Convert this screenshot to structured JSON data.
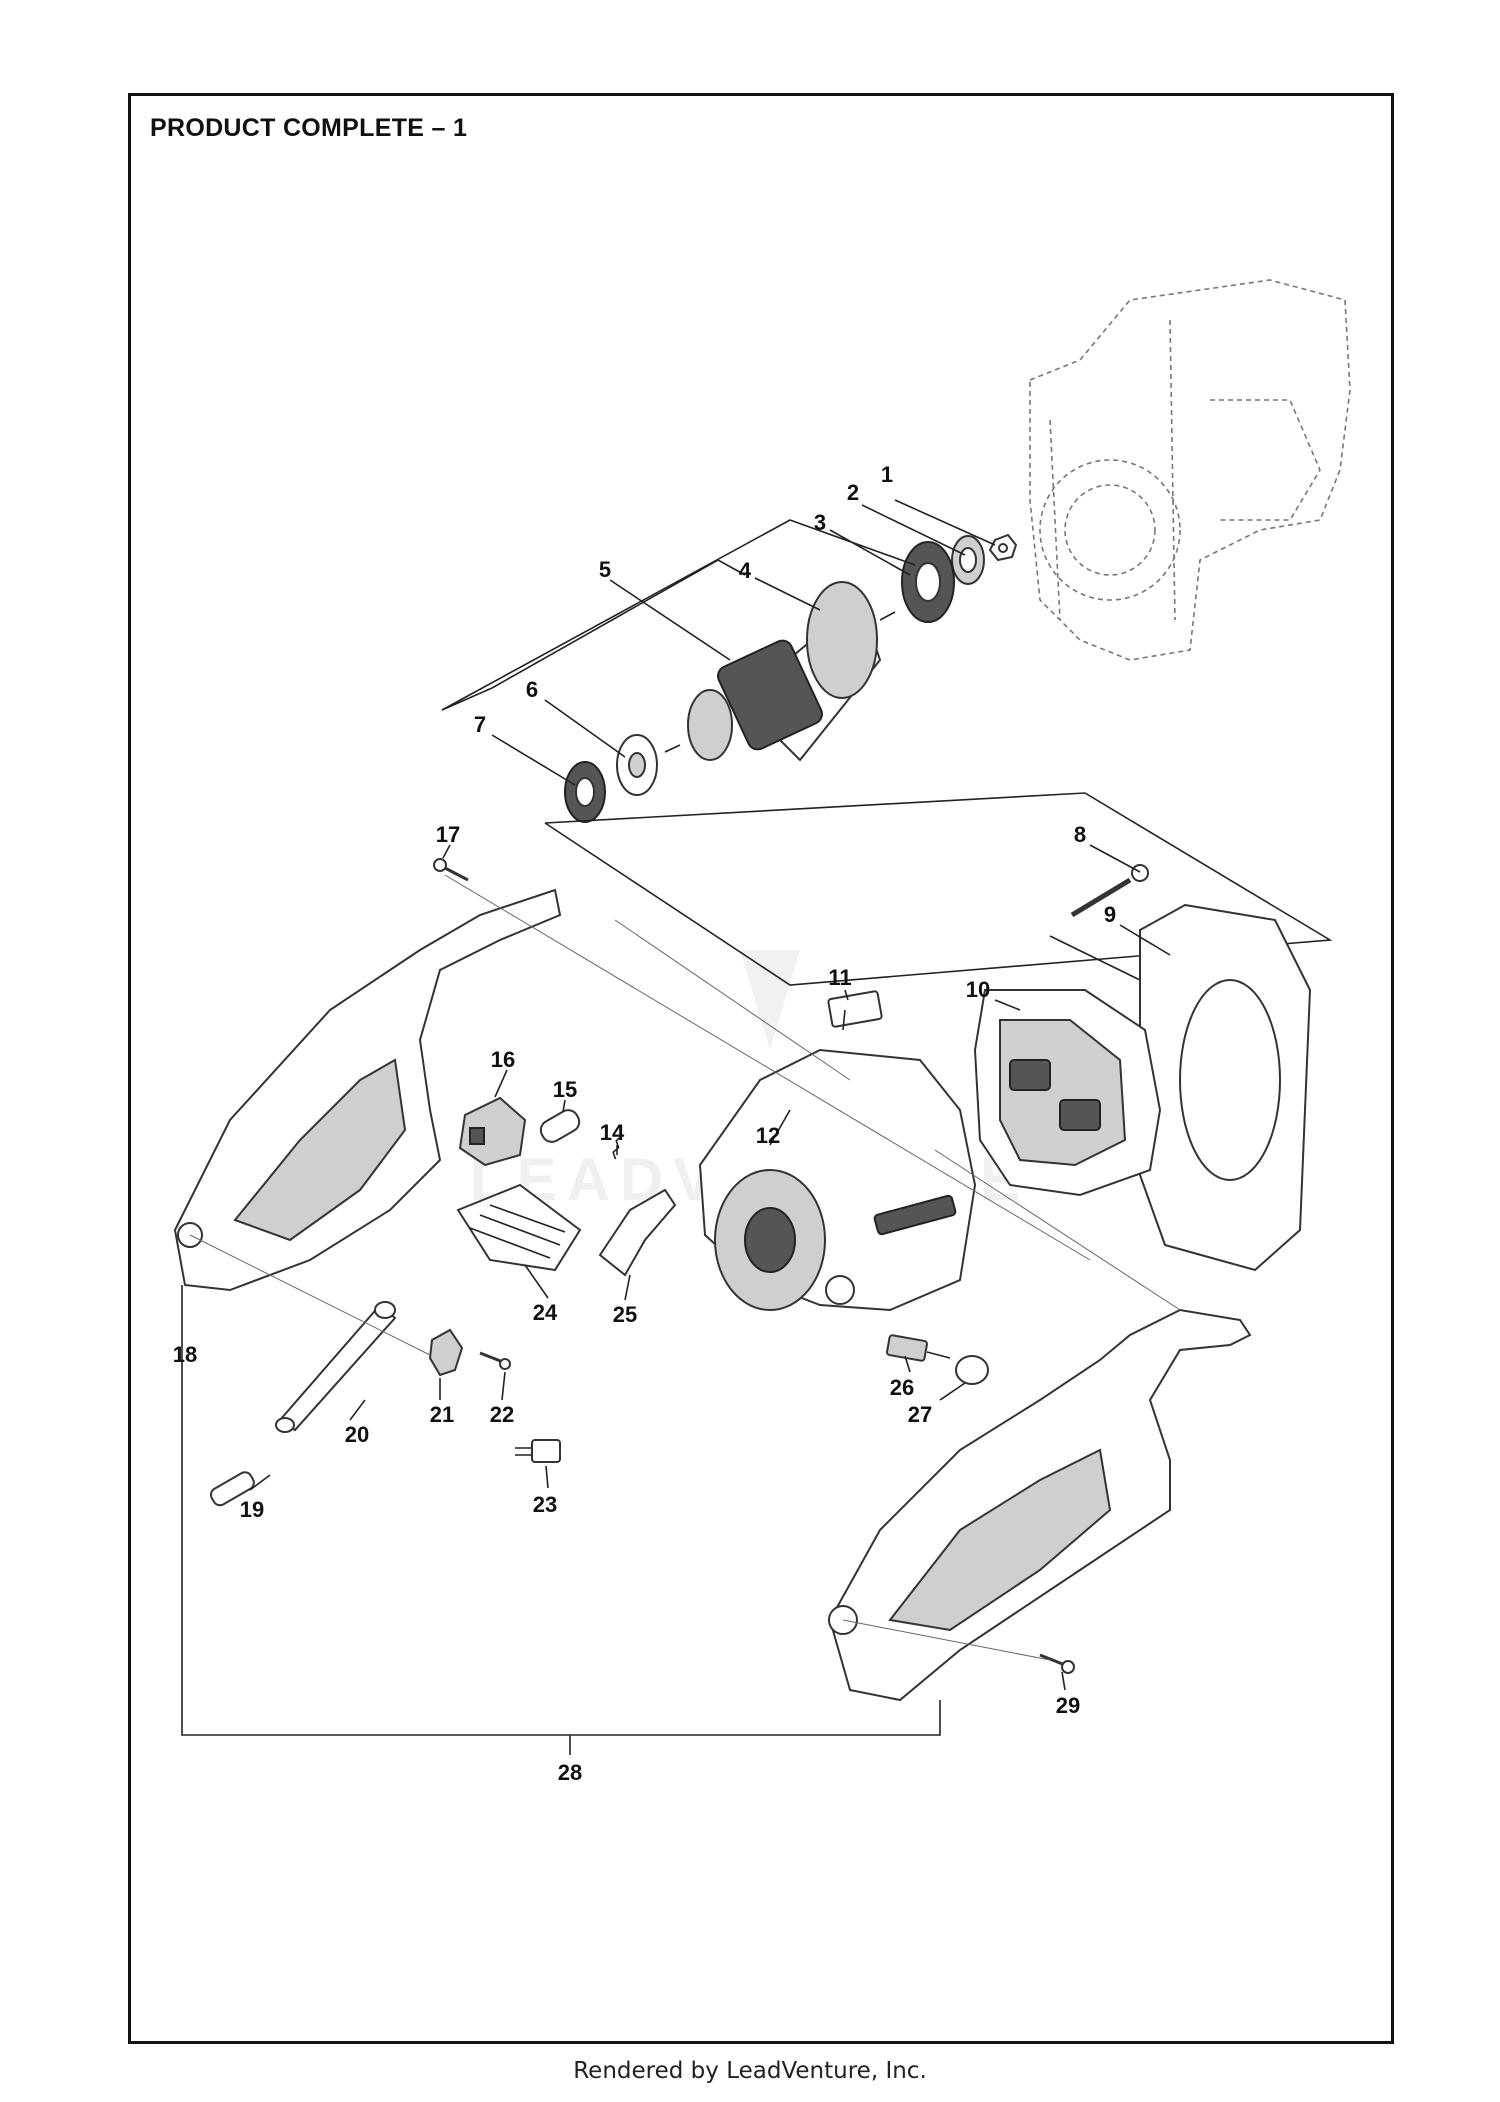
{
  "diagram": {
    "title": "PRODUCT COMPLETE – 1",
    "footer": "Rendered by LeadVenture, Inc.",
    "callouts": [
      {
        "id": "c1",
        "text": "1"
      },
      {
        "id": "c2",
        "text": "2"
      },
      {
        "id": "c3",
        "text": "3"
      },
      {
        "id": "c4",
        "text": "4"
      },
      {
        "id": "c5",
        "text": "5"
      },
      {
        "id": "c6",
        "text": "6"
      },
      {
        "id": "c7",
        "text": "7"
      },
      {
        "id": "c8",
        "text": "8"
      },
      {
        "id": "c9",
        "text": "9"
      },
      {
        "id": "c10",
        "text": "10"
      },
      {
        "id": "c11",
        "text": "11"
      },
      {
        "id": "c12",
        "text": "12"
      },
      {
        "id": "c14",
        "text": "14"
      },
      {
        "id": "c15",
        "text": "15"
      },
      {
        "id": "c16",
        "text": "16"
      },
      {
        "id": "c17",
        "text": "17"
      },
      {
        "id": "c18",
        "text": "18"
      },
      {
        "id": "c19",
        "text": "19"
      },
      {
        "id": "c20",
        "text": "20"
      },
      {
        "id": "c21",
        "text": "21"
      },
      {
        "id": "c22",
        "text": "22"
      },
      {
        "id": "c23",
        "text": "23"
      },
      {
        "id": "c24",
        "text": "24"
      },
      {
        "id": "c25",
        "text": "25"
      },
      {
        "id": "c26",
        "text": "26"
      },
      {
        "id": "c27",
        "text": "27"
      },
      {
        "id": "c28",
        "text": "28"
      },
      {
        "id": "c29",
        "text": "29"
      }
    ]
  },
  "watermark": {
    "logo_text": "LEADVENTURE"
  }
}
